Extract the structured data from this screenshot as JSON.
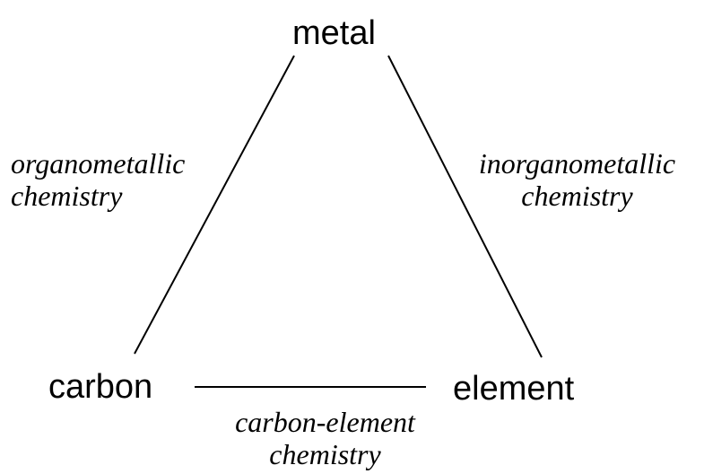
{
  "nodes": {
    "metal": "metal",
    "carbon": "carbon",
    "element": "element"
  },
  "edges": {
    "metal_carbon": {
      "line1": "organometallic",
      "line2": "chemistry"
    },
    "metal_element": {
      "line1": "inorganometallic",
      "line2": "chemistry"
    },
    "carbon_element": {
      "line1": "carbon-element",
      "line2": "chemistry"
    }
  },
  "colors": {
    "stroke": "#000000",
    "text": "#000000",
    "background": "#ffffff"
  }
}
